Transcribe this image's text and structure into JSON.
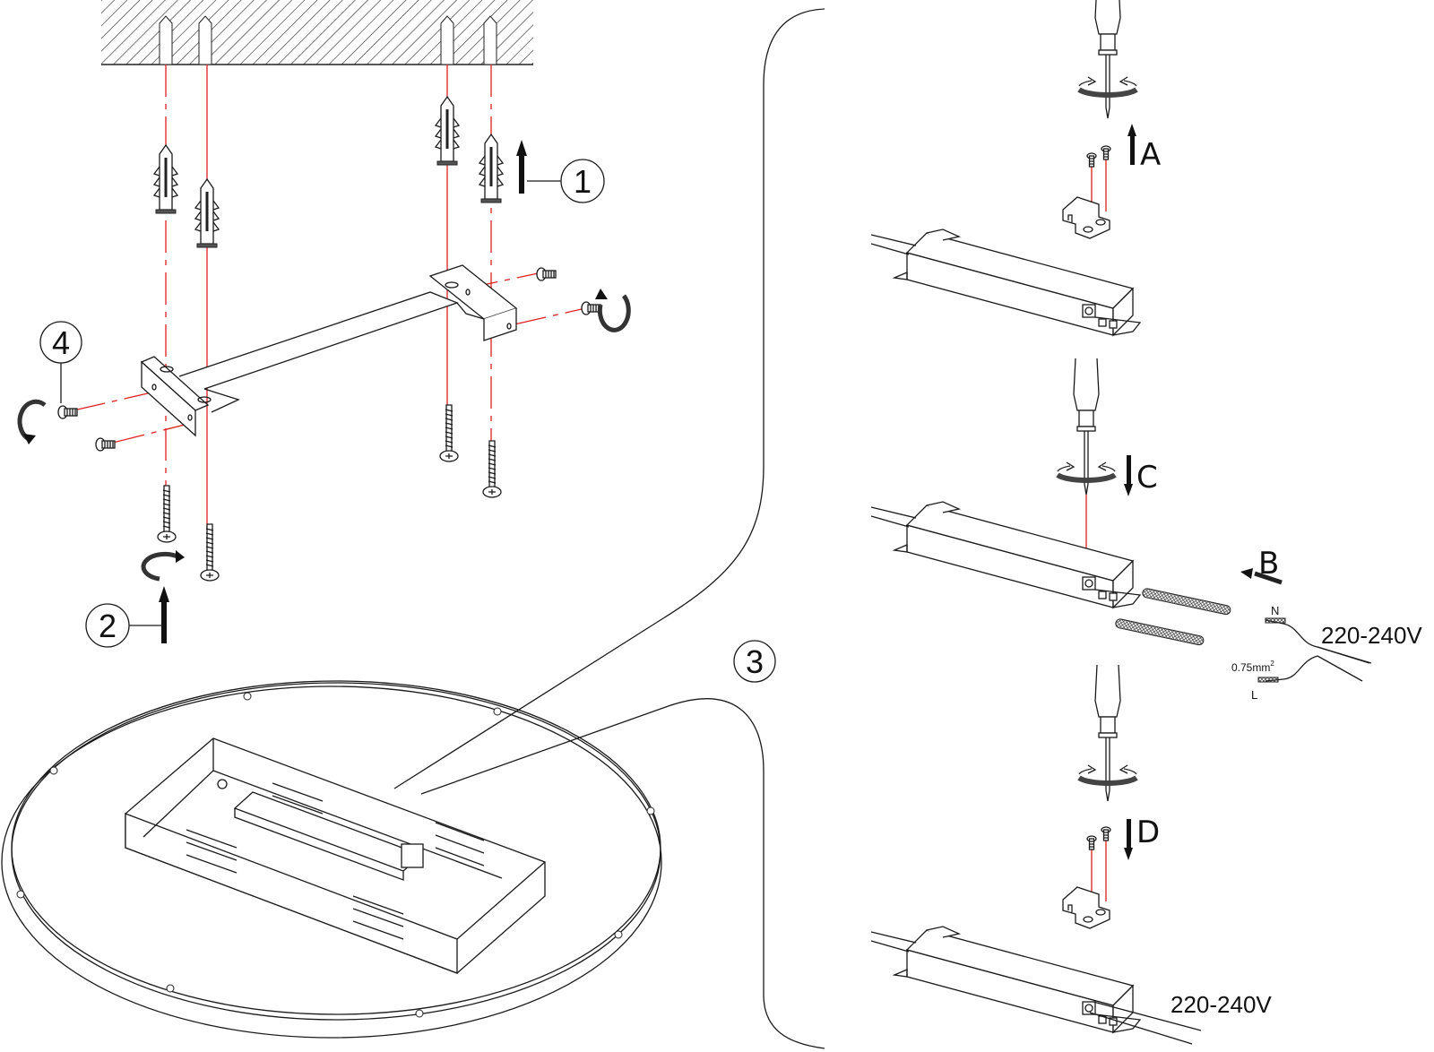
{
  "diagram": {
    "title": "Ceiling light installation diagram",
    "steps": [
      {
        "id": "1",
        "label": "1",
        "description": "Insert wall plugs into drilled holes"
      },
      {
        "id": "2",
        "label": "2",
        "description": "Screw mounting bracket to ceiling"
      },
      {
        "id": "3",
        "label": "3",
        "description": "Connect mains wiring to driver"
      },
      {
        "id": "4",
        "label": "4",
        "description": "Attach fixture to bracket with side screws"
      }
    ],
    "wiring_steps": [
      {
        "id": "A",
        "label": "A",
        "description": "Remove cable clamp screws"
      },
      {
        "id": "B",
        "label": "B",
        "description": "Insert mains wires"
      },
      {
        "id": "C",
        "label": "C",
        "description": "Tighten terminal screws"
      },
      {
        "id": "D",
        "label": "D",
        "description": "Refit cable clamp"
      }
    ],
    "wire_labels": {
      "neutral": "N",
      "live": "L",
      "cross_section": "0.75mm",
      "cross_section_sup": "2"
    },
    "voltage_labels": [
      "220-240V",
      "220-240V"
    ],
    "terminal_labels": {
      "plus": "+",
      "minus": "-",
      "n": "N",
      "l": "L"
    },
    "colors": {
      "guide_line": "#e02020",
      "line": "#1a1a1a",
      "background": "#ffffff"
    }
  }
}
